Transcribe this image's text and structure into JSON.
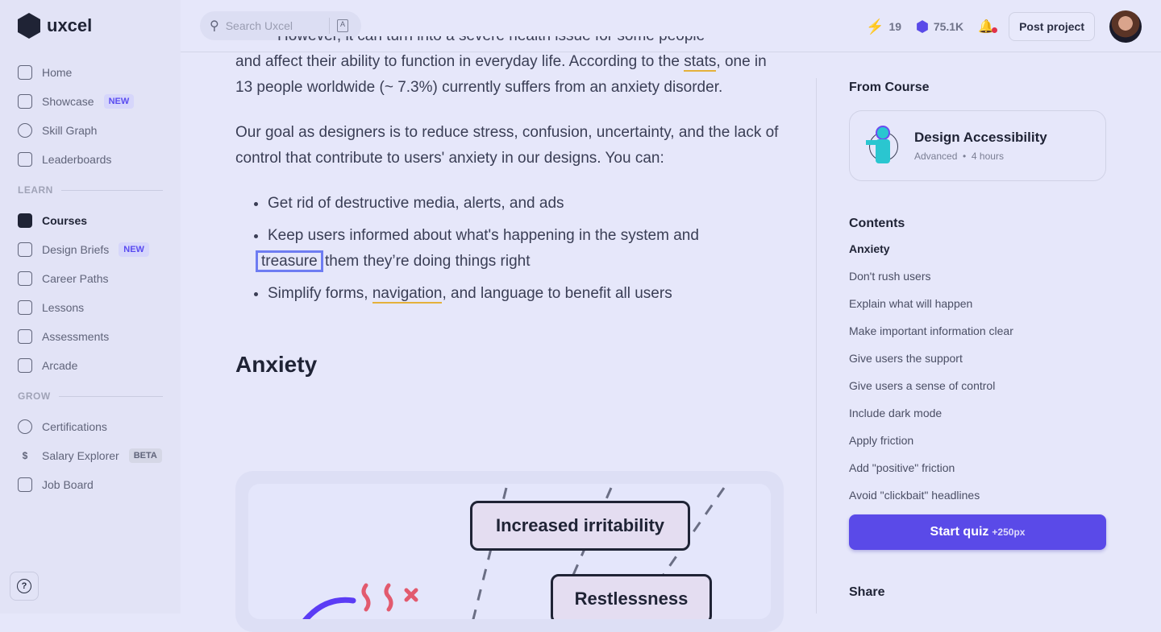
{
  "brand": "uxcel",
  "search": {
    "placeholder": "Search Uxcel"
  },
  "header": {
    "streak": "19",
    "xp": "75.1K",
    "post_project": "Post project"
  },
  "sidebar": {
    "items": [
      {
        "label": "Home",
        "icon": "home-icon"
      },
      {
        "label": "Showcase",
        "badge": "NEW",
        "icon": "layout-icon"
      },
      {
        "label": "Skill Graph",
        "icon": "gear-icon"
      },
      {
        "label": "Leaderboards",
        "icon": "chart-icon"
      }
    ],
    "learn_label": "LEARN",
    "learn": [
      {
        "label": "Courses"
      },
      {
        "label": "Design Briefs",
        "badge": "NEW"
      },
      {
        "label": "Career Paths"
      },
      {
        "label": "Lessons"
      },
      {
        "label": "Assessments"
      },
      {
        "label": "Arcade"
      }
    ],
    "grow_label": "GROW",
    "grow": [
      {
        "label": "Certifications"
      },
      {
        "label": "Salary Explorer",
        "badge": "BETA"
      },
      {
        "label": "Job Board"
      }
    ],
    "help": "?"
  },
  "article": {
    "p1_top": "However, it can turn into a severe health issue for some people",
    "p1a": "and affect their ability to function in everyday life. According to the ",
    "p1_link": "stats",
    "p1b": ", one in 13 people worldwide (~ 7.3%) currently suffers from an anxiety disorder.",
    "p2": "Our goal as designers is to reduce stress, confusion, uncertainty, and the lack of control that contribute to users' anxiety in our designs. You can:",
    "b1": "Get rid of destructive media, alerts, and ads",
    "b2a": "Keep users informed about what's happening in the system and ",
    "b2_hl": "treasure",
    "b2b": " them they’re doing things right",
    "b3a": "Simplify forms, ",
    "b3_link": "navigation",
    "b3b": ", and language to benefit all users",
    "heading": "Anxiety",
    "fig_box1": "Increased irritability",
    "fig_box2": "Restlessness"
  },
  "right": {
    "from_course": "From Course",
    "course_title": "Design Accessibility",
    "course_level": "Advanced",
    "course_duration": "4 hours",
    "contents": "Contents",
    "toc": [
      "Anxiety",
      "Don't rush users",
      "Explain what will happen",
      "Make important information clear",
      "Give users the support",
      "Give users a sense of control",
      "Include dark mode",
      "Apply friction",
      "Add \"positive\" friction",
      "Avoid \"clickbait\" headlines"
    ],
    "quiz": "Start quiz",
    "quiz_xp": "+250px",
    "share": "Share"
  }
}
